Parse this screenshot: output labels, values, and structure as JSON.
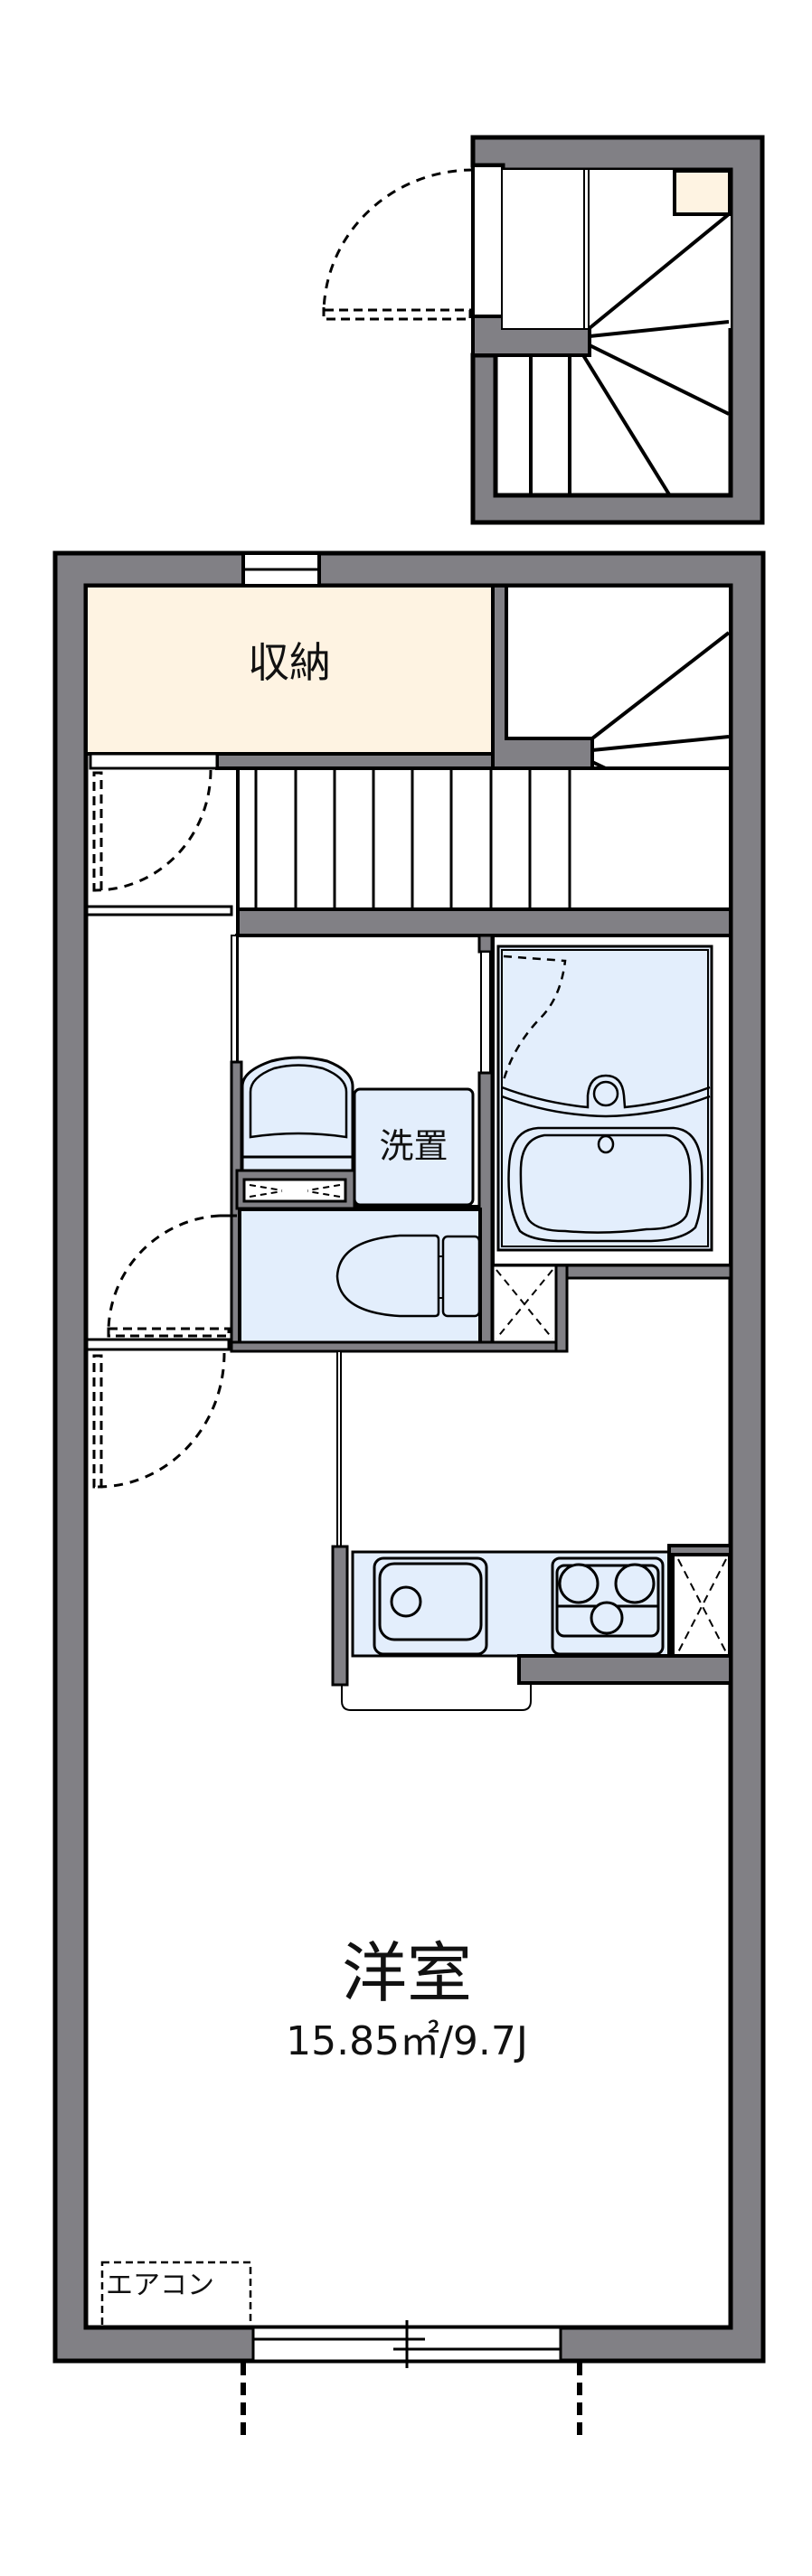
{
  "floorplan": {
    "colors": {
      "wall_fill": "#818085",
      "wall_stroke": "#000000",
      "storage_fill": "#fef3e2",
      "wet_area_fill": "#e3eefc",
      "background": "#ffffff"
    },
    "rooms": {
      "storage": {
        "label": "収納"
      },
      "laundry": {
        "label": "洗置"
      },
      "western_room": {
        "label": "洋室",
        "area": "15.85㎡/9.7J"
      },
      "air_conditioner": {
        "label": "エアコン"
      }
    }
  }
}
